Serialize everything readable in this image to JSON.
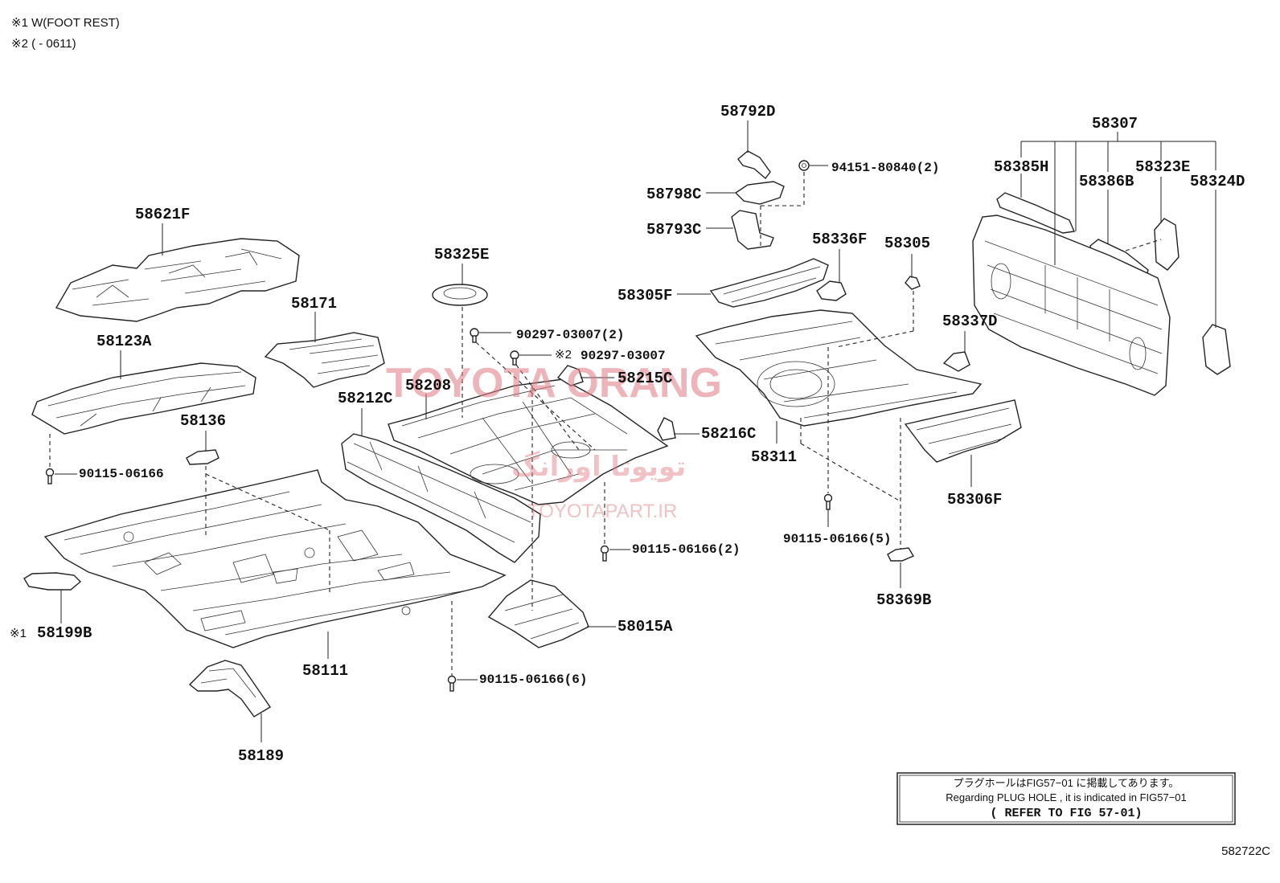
{
  "header_notes": {
    "note1": "※1 W(FOOT REST)",
    "note2": "※2 (         - 0611)"
  },
  "watermark": {
    "main": "TOYOTA ORANG",
    "arabic": "تویوتا اورانگ",
    "site": "TOYOTAPART.IR"
  },
  "parts": {
    "p58792D": "58792D",
    "p94151": "94151-80840(2)",
    "p58798C": "58798C",
    "p58793C": "58793C",
    "p58336F": "58336F",
    "p58305": "58305",
    "p58305F": "58305F",
    "p58307": "58307",
    "p58385H": "58385H",
    "p58386B": "58386B",
    "p58323E": "58323E",
    "p58324D": "58324D",
    "p58337D": "58337D",
    "p58621F": "58621F",
    "p58171": "58171",
    "p58325E": "58325E",
    "p90297_2": "90297-03007(2)",
    "p90297_x2": "90297-03007",
    "x2mark": "※2",
    "p58123A": "58123A",
    "p58215C": "58215C",
    "p58208": "58208",
    "p58212C": "58212C",
    "p58136": "58136",
    "p58216C": "58216C",
    "p58311": "58311",
    "p58306F": "58306F",
    "p90115_a": "90115-06166",
    "p90115_2": "90115-06166(2)",
    "p90115_5": "90115-06166(5)",
    "p58369B": "58369B",
    "x1mark": "※1",
    "p58199B": "58199B",
    "p58015A": "58015A",
    "p58111": "58111",
    "p90115_6": "90115-06166(6)",
    "p58189": "58189"
  },
  "plug_note": {
    "line1": "プラグホールはFIG57−01 に掲載してあります。",
    "line2": "Regarding PLUG HOLE , it is indicated in FIG57−01",
    "line3": "( REFER TO FIG 57-01)"
  },
  "figure_code": "582722C"
}
